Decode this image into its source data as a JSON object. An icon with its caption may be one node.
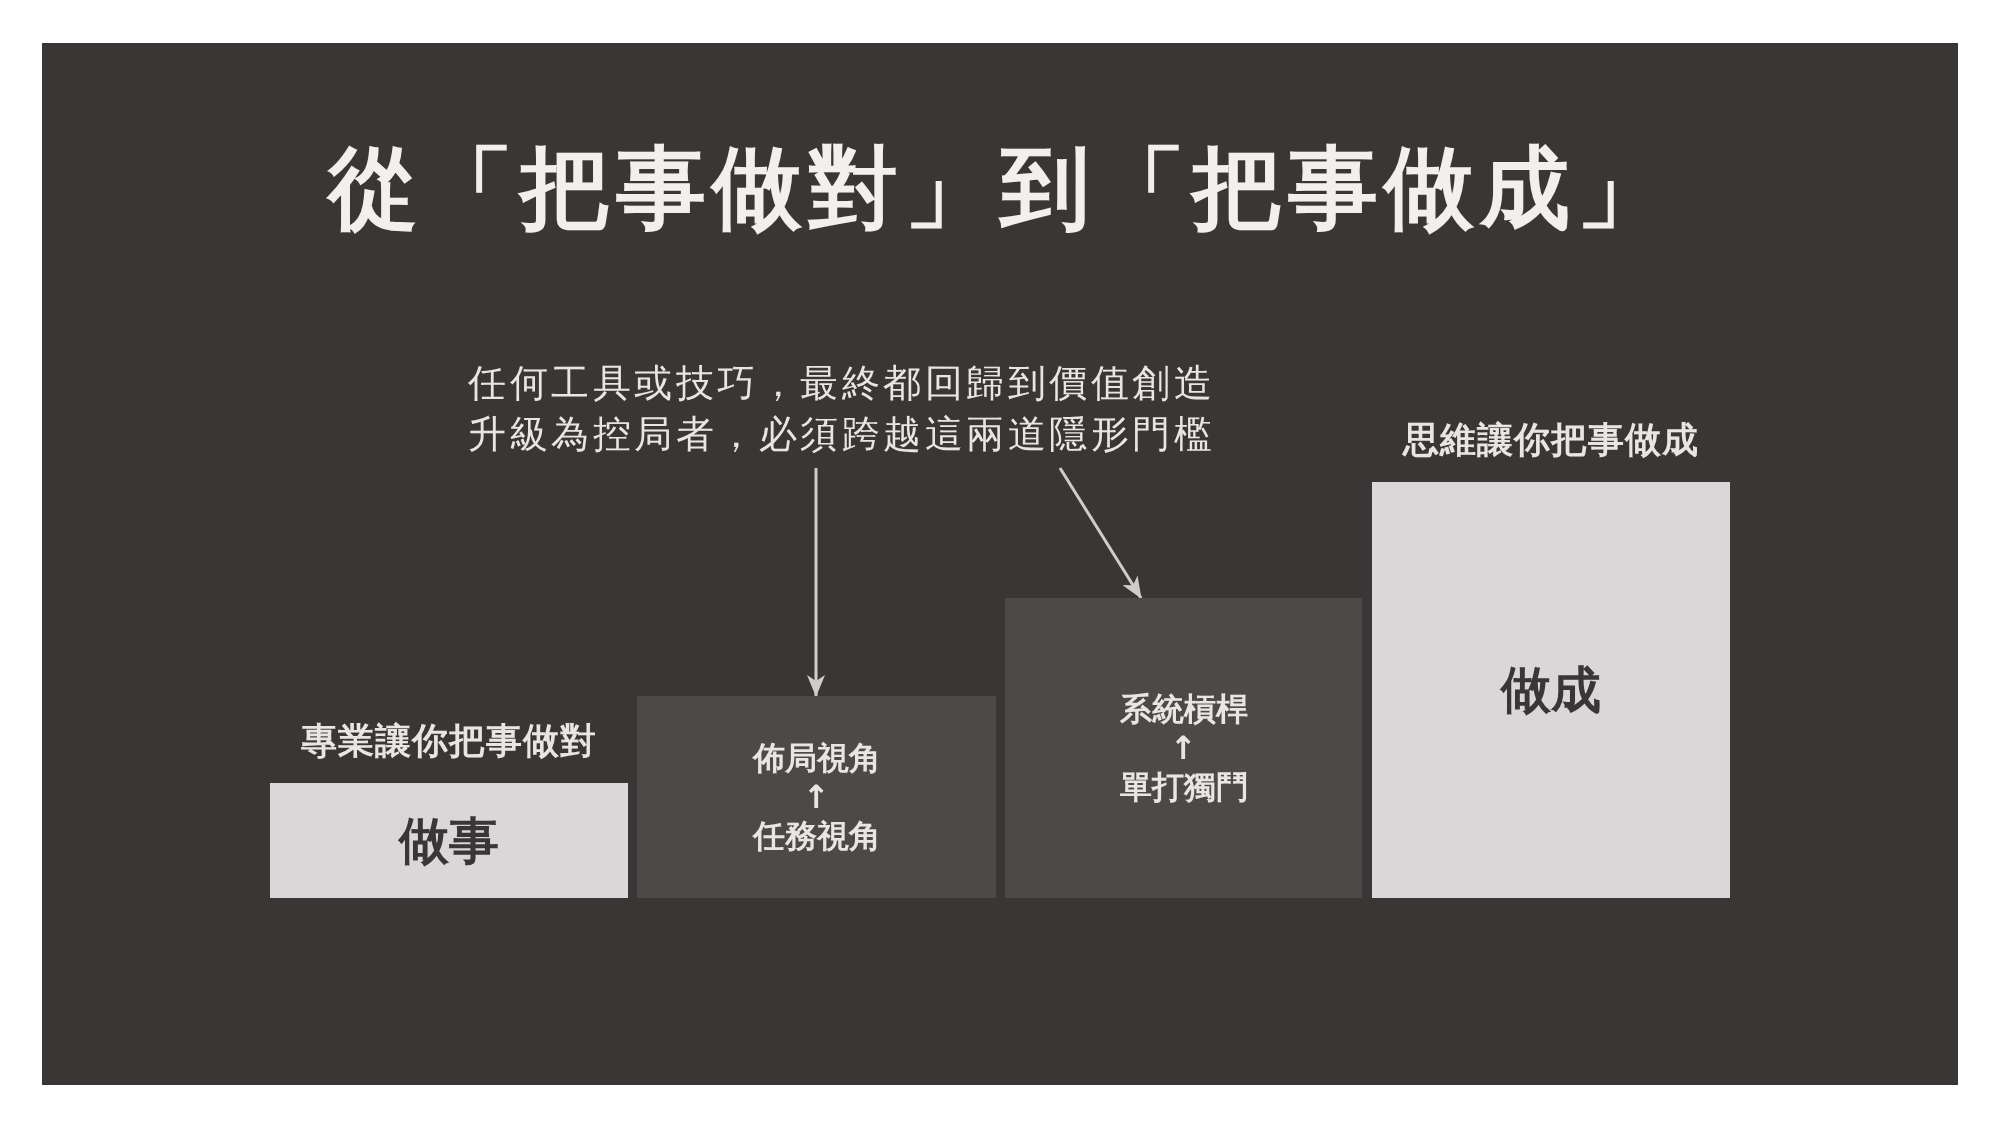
{
  "diagram": {
    "title": "從「把事做對」到「把事做成」",
    "nodes": [
      {
        "text": [
          "任何工具或技巧，最終都回歸到價值創造",
          "升級為控局者，必須跨越這兩道隱形門檻"
        ]
      },
      {
        "text": [
          "專業讓你把事做對",
          "做事"
        ]
      },
      {
        "text": [
          "佈局視角",
          "↑",
          "任務視角"
        ]
      },
      {
        "text": [
          "系統槓桿",
          "↑",
          "單打獨鬥"
        ]
      },
      {
        "text": [
          "思維讓你把事做成",
          "做成"
        ]
      }
    ],
    "edges": [
      {
        "from": 0,
        "to": 2,
        "arrow": "to"
      },
      {
        "from": 0,
        "to": 3,
        "arrow": "to"
      }
    ]
  }
}
